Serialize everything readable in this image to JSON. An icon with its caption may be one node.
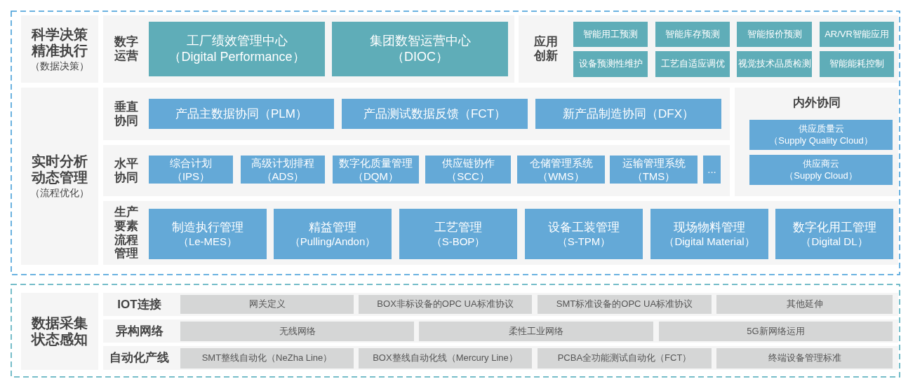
{
  "diagram": {
    "nodes": [
      {
        "text": [
          "科学决策精准执行",
          "（数据决策）"
        ]
      },
      {
        "text": [
          "数字运营"
        ]
      },
      {
        "text": [
          "工厂绩效管理中心",
          "（Digital Performance）"
        ],
        "in": 1
      },
      {
        "text": [
          "集团数智运营中心",
          "（DIOC）"
        ],
        "in": 1
      },
      {
        "text": [
          "应用创新"
        ]
      },
      {
        "text": [
          "智能用工预测"
        ],
        "in": 4
      },
      {
        "text": [
          "智能库存预测"
        ],
        "in": 4
      },
      {
        "text": [
          "智能报价预测"
        ],
        "in": 4
      },
      {
        "text": [
          "AR/VR智能应用"
        ],
        "in": 4
      },
      {
        "text": [
          "设备预测性维护"
        ],
        "in": 4
      },
      {
        "text": [
          "工艺自适应调优"
        ],
        "in": 4
      },
      {
        "text": [
          "视觉技术品质检测"
        ],
        "in": 4
      },
      {
        "text": [
          "智能能耗控制"
        ],
        "in": 4
      },
      {
        "text": [
          "实时分析动态管理",
          "（流程优化）"
        ]
      },
      {
        "text": [
          "垂直协同"
        ]
      },
      {
        "text": [
          "产品主数据协同（PLM）"
        ],
        "in": 14
      },
      {
        "text": [
          "产品测试数据反馈（FCT）"
        ],
        "in": 14
      },
      {
        "text": [
          "新产品制造协同（DFX）"
        ],
        "in": 14
      },
      {
        "text": [
          "水平协同"
        ]
      },
      {
        "text": [
          "综合计划",
          "（IPS）"
        ],
        "in": 18
      },
      {
        "text": [
          "高级计划排程",
          "（ADS）"
        ],
        "in": 18
      },
      {
        "text": [
          "数字化质量管理",
          "（DQM）"
        ],
        "in": 18
      },
      {
        "text": [
          "供应链协作",
          "（SCC）"
        ],
        "in": 18
      },
      {
        "text": [
          "仓储管理系统",
          "（WMS）"
        ],
        "in": 18
      },
      {
        "text": [
          "运输管理系统",
          "（TMS）"
        ],
        "in": 18
      },
      {
        "text": [
          "..."
        ],
        "in": 18
      },
      {
        "text": [
          "内外协同"
        ]
      },
      {
        "text": [
          "供应质量云",
          "（Supply Quality Cloud）"
        ],
        "in": 26
      },
      {
        "text": [
          "供应商云",
          "（Supply Cloud）"
        ],
        "in": 26
      },
      {
        "text": [
          "生产要素流程管理"
        ]
      },
      {
        "text": [
          "制造执行管理",
          "（Le-MES）"
        ],
        "in": 29
      },
      {
        "text": [
          "精益管理",
          "（Pulling/Andon）"
        ],
        "in": 29
      },
      {
        "text": [
          "工艺管理",
          "（S-BOP）"
        ],
        "in": 29
      },
      {
        "text": [
          "设备工装管理",
          "（S-TPM）"
        ],
        "in": 29
      },
      {
        "text": [
          "现场物料管理",
          "（Digital Material）"
        ],
        "in": 29
      },
      {
        "text": [
          "数字化用工管理",
          "（Digital DL）"
        ],
        "in": 29
      },
      {
        "text": [
          "数据采集状态感知"
        ]
      },
      {
        "text": [
          "IOT连接"
        ]
      },
      {
        "text": [
          "网关定义"
        ],
        "in": 37
      },
      {
        "text": [
          "BOX非标设备的OPC UA标准协议"
        ],
        "in": 37
      },
      {
        "text": [
          "SMT标准设备的OPC UA标准协议"
        ],
        "in": 37
      },
      {
        "text": [
          "其他延伸"
        ],
        "in": 37
      },
      {
        "text": [
          "异构网络"
        ]
      },
      {
        "text": [
          "无线网络"
        ],
        "in": 42
      },
      {
        "text": [
          "柔性工业网络"
        ],
        "in": 42
      },
      {
        "text": [
          "5G新网络运用"
        ],
        "in": 42
      },
      {
        "text": [
          "自动化产线"
        ]
      },
      {
        "text": [
          "SMT整线自动化（NeZha Line）"
        ],
        "in": 46
      },
      {
        "text": [
          "BOX整线自动化线（Mercury Line）"
        ],
        "in": 46
      },
      {
        "text": [
          "PCBA全功能测试自动化（FCT）"
        ],
        "in": 46
      },
      {
        "text": [
          "终端设备管理标准"
        ],
        "in": 46
      }
    ]
  }
}
